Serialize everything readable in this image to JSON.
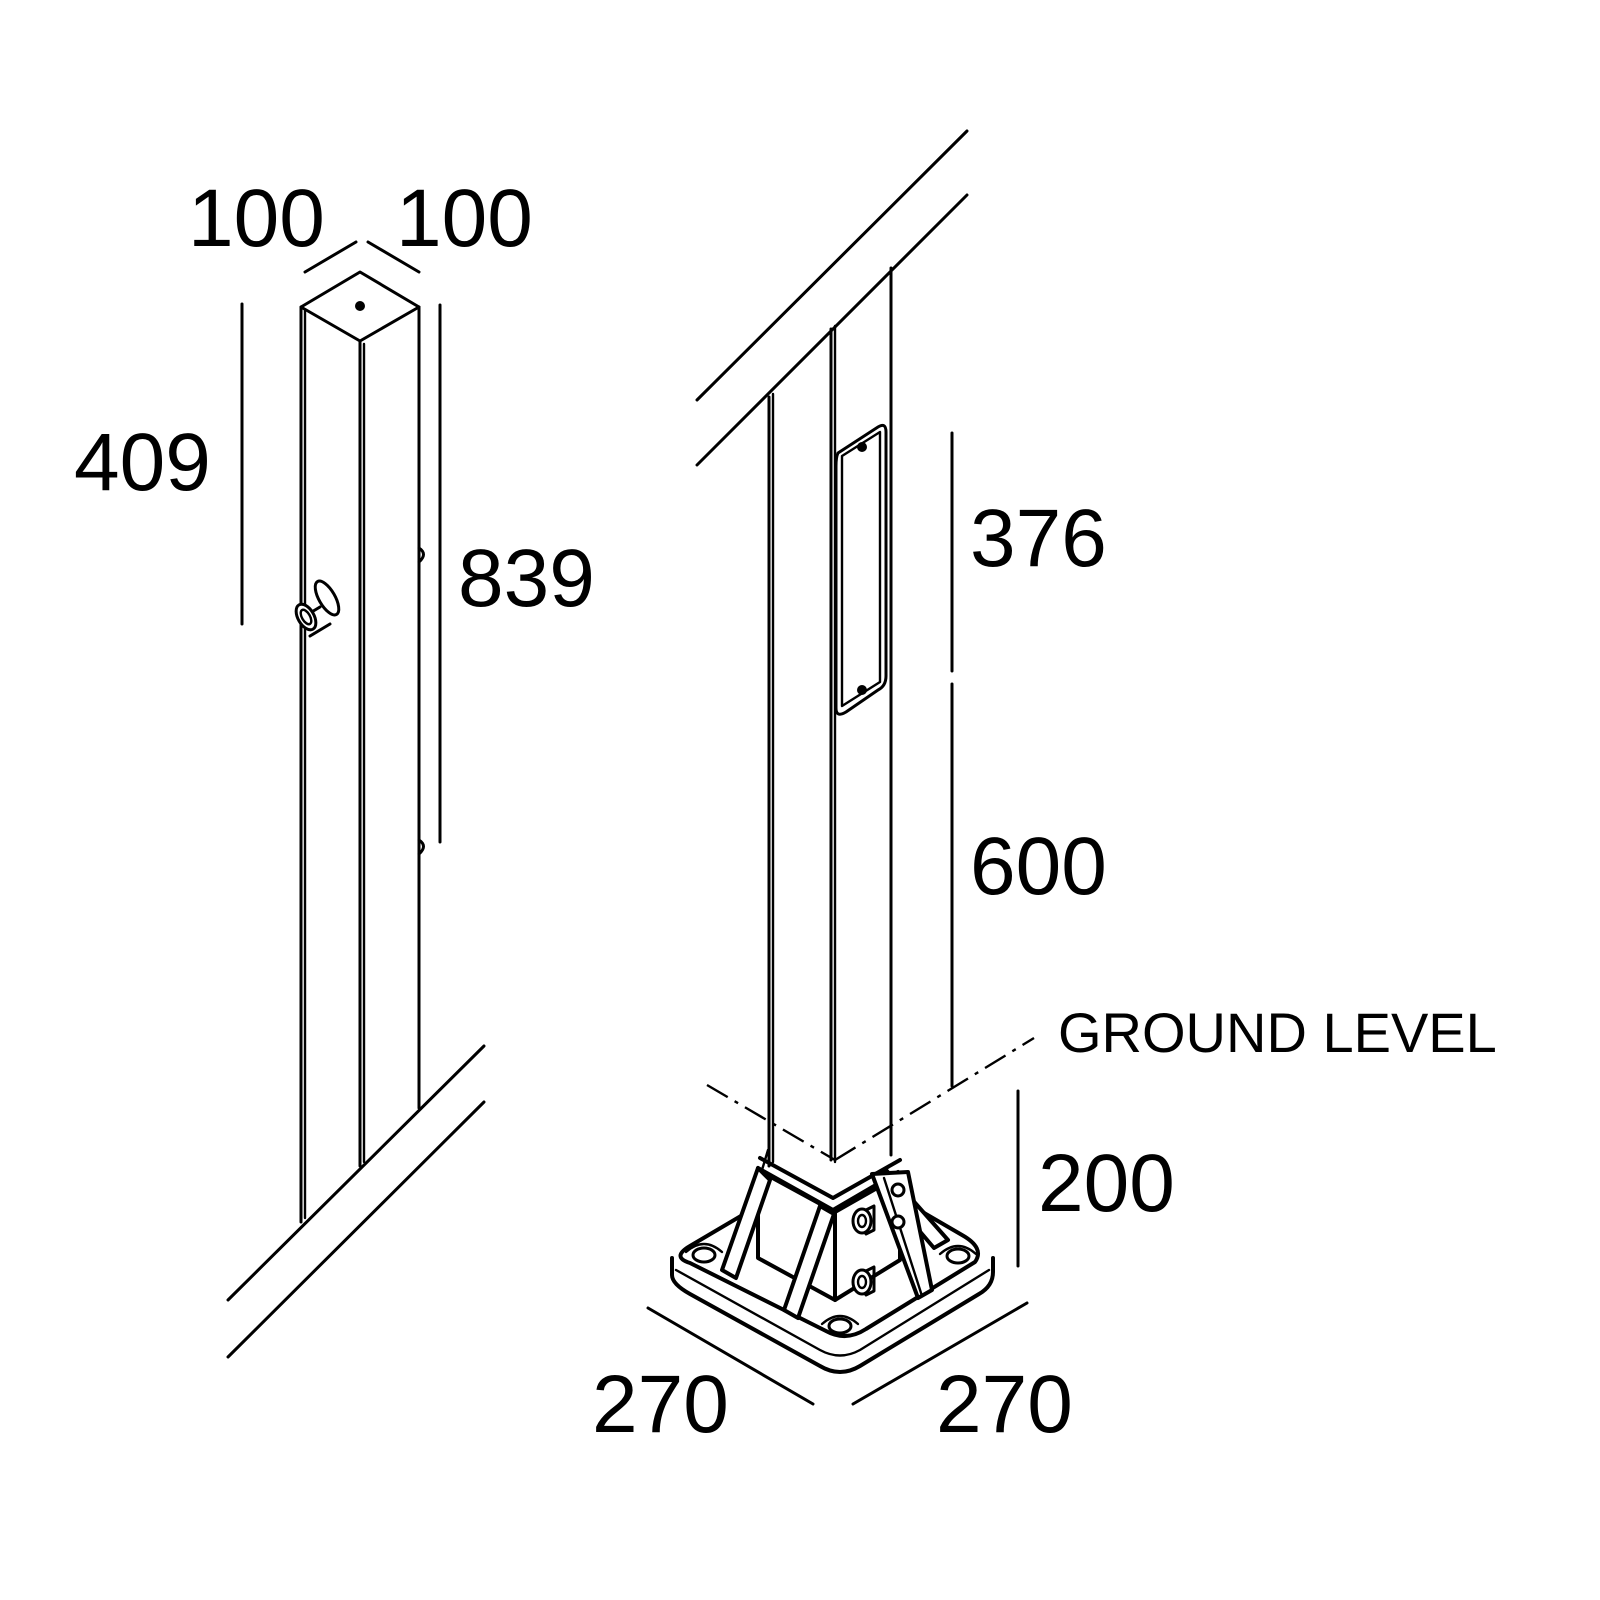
{
  "diagram": {
    "stake_post": {
      "width_left": "100",
      "width_right": "100",
      "upper_height": "409",
      "total_height": "839"
    },
    "base_post": {
      "upper_height": "376",
      "lower_height": "600",
      "base_height": "200",
      "base_width_left": "270",
      "base_width_right": "270",
      "ground_label": "GROUND LEVEL"
    }
  }
}
